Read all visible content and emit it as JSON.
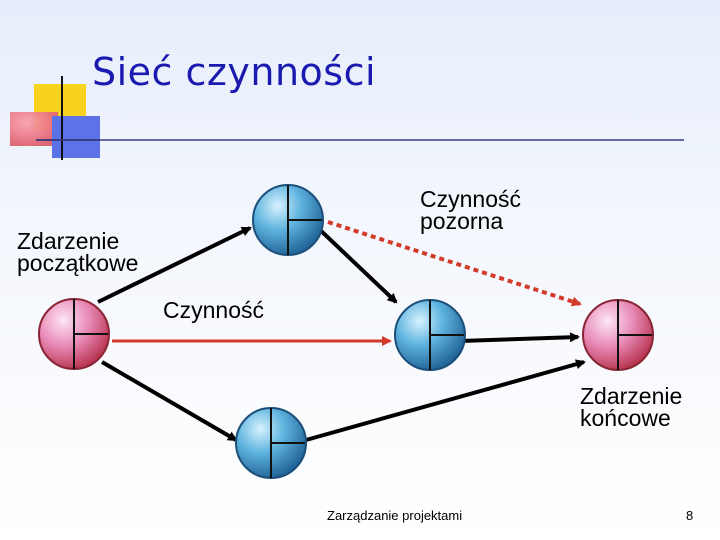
{
  "slide": {
    "title": "Sieć czynności",
    "labels": {
      "start_event": "Zdarzenie\npoczątkowe",
      "dummy_activity": "Czynność\npozorna",
      "activity": "Czynność",
      "end_event": "Zdarzenie\nkońcowe"
    },
    "footer": {
      "text": "Zarządzanie projektami",
      "page": "8"
    }
  },
  "colors": {
    "title": "#1a1ab0",
    "event_node": "#2a7fb2",
    "terminal_node": "#c8344a",
    "activity_arrow": "#000000",
    "critical_arrow": "#d23a2a",
    "dummy_arrow": "#d23a2a",
    "rule_line": "#3a3a8a"
  }
}
